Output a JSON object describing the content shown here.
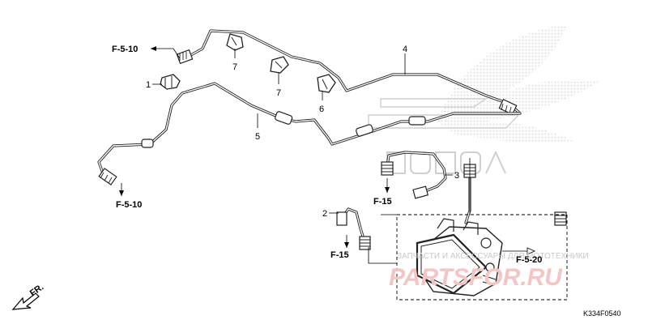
{
  "part_labels": {
    "p1": "1",
    "p2": "2",
    "p3": "3",
    "p4": "4",
    "p5": "5",
    "p6": "6",
    "p7a": "7",
    "p7b": "7"
  },
  "references": {
    "top_left": "F-5-10",
    "bottom_left": "F-5-10",
    "mid_right": "F-15",
    "bottom_mid": "F-15",
    "right": "F-5-20"
  },
  "front_indicator": "FR.",
  "diagram_code": "K334F0540",
  "watermark": {
    "text_line": "ЗАПЧАСТИ И АКСЕССУАРЫ ДЛЯ МОТОТЕХНИКИ",
    "brand": "PARTSFOR.RU"
  },
  "colors": {
    "line": "#222222",
    "watermark_text": "#c9c9c9",
    "watermark_brand": "#f3c6c6",
    "logo_dots": "#d9d9d9"
  }
}
